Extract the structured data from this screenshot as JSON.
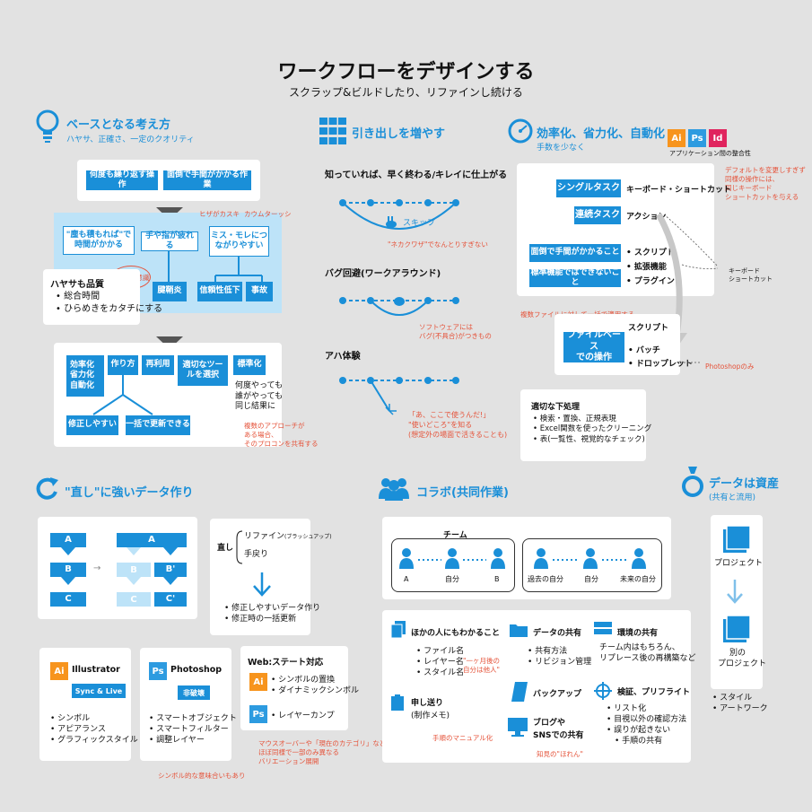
{
  "title": "ワークフローをデザインする",
  "subtitle": "スクラップ&ビルドしたり、リファインし続ける",
  "colors": {
    "blue": "#1a8fd8",
    "light_blue": "#bde3f8",
    "note": "#e5533a",
    "illustrator": "#f7941d",
    "photoshop": "#2d9be0",
    "indesign": "#e0245e"
  },
  "base": {
    "title": "ベースとなる考え方",
    "subtitle": "ハヤサ、正確さ、一定のクオリティ",
    "top_boxes": [
      "何度も繰り返す操作",
      "面倒で手間がかかる作業"
    ],
    "problems": [
      "\"塵も積もれば\"で時間がかかる",
      "手や指が疲れる",
      "ミス・モレにつながりやすい"
    ],
    "effects": [
      "腱鞘炎",
      "信頼性低下",
      "事故"
    ],
    "quality_title": "ハヤサも品質",
    "quality_items": [
      "総合時間",
      "ひらめきをカタチにする"
    ],
    "note_top1": "ヒザがカスキ",
    "note_top2": "カウムターッシ",
    "note_cost": "コスト意識",
    "bottom_list": [
      "効率化",
      "省力化",
      "自動化"
    ],
    "bottom_boxes": [
      "作り方",
      "再利用",
      "適切なツールを選択",
      "標準化"
    ],
    "standard_text": [
      "何度やっても",
      "誰がやっても",
      "同じ結果に"
    ],
    "bottom_results": [
      "修正しやすい",
      "一括で更新できる"
    ],
    "note_bottom": [
      "複数のアプローチが",
      "ある場合、",
      "そのプロコンを共有する"
    ]
  },
  "drawers": {
    "title": "引き出しを増やす",
    "item1_title": "知っていれば、早く終わる/キレイに仕上がる",
    "skip_label": "スキップ",
    "note_skip": "\"ネカクワザ\"でなんとりすぎない",
    "item2_title": "バグ回避(ワークアラウンド)",
    "note_bug": [
      "ソフトウェアには",
      "バグ(不具合)がつきもの"
    ],
    "item3_title": "アハ体験",
    "note_aha": [
      "「あ、ここで使うんだ!」",
      "\"使いどころ\"を知る",
      "(想定外の場面で活きることも)"
    ]
  },
  "efficiency": {
    "title": "効率化、省力化、自動化",
    "subtitle": "手数を少なく",
    "app_labels": [
      "Ai",
      "Ps",
      "Id"
    ],
    "app_caption": "アプリケーション間の整合性",
    "note_top": [
      "デフォルトを変更しすぎず",
      "同様の操作には、",
      "同じキーボード",
      "ショートカットを与える"
    ],
    "rows": [
      {
        "label": "シングルタスク",
        "value": "キーボード・ショートカット"
      },
      {
        "label": "連続タスク",
        "value": "アクション"
      },
      {
        "label": "面倒で手間がかかること",
        "value": "スクリプト"
      },
      {
        "label": "標準機能ではできないこと",
        "value": "拡張機能"
      }
    ],
    "plugin": "プラグイン",
    "kb_note": [
      "キーボード",
      "ショートカット"
    ],
    "note_multi": "複数ファイルに対して一括で適用する",
    "file_label": [
      "ファイルベース",
      "での操作"
    ],
    "file_items": [
      "スクリプト",
      "バッチ",
      "ドロップレット"
    ],
    "photoshop_only": "Photoshopのみ",
    "pre_title": "適切な下処理",
    "pre_items": [
      "検索・置換、正規表現",
      "Excel関数を使ったクリーニング",
      "表(一覧性、視覚的なチェック)"
    ]
  },
  "fix": {
    "title": "\"直し\"に強いデータ作り",
    "col1": [
      "A",
      "B",
      "C"
    ],
    "col2": [
      "A",
      "B",
      "C"
    ],
    "col3": [
      "B'",
      "C'"
    ],
    "arrow": "→",
    "naoshi": "直し",
    "refine": "リファイン",
    "refine_small": "(ブラッシュアップ)",
    "modoshi": "手戻り",
    "results": [
      "修正しやすいデータ作り",
      "修正時の一括更新"
    ]
  },
  "apps": {
    "illustrator": {
      "icon": "Ai",
      "name": "Illustrator",
      "tag": "Sync & Live",
      "items": [
        "シンボル",
        "アピアランス",
        "グラフィックスタイル"
      ]
    },
    "photoshop": {
      "icon": "Ps",
      "name": "Photoshop",
      "tag": "非破壊",
      "items": [
        "スマートオブジェクト",
        "スマートフィルター",
        "調整レイヤー"
      ]
    },
    "web": {
      "title": "Web:ステート対応",
      "ai": [
        "シンボルの置換",
        "ダイナミックシンボル"
      ],
      "ps": [
        "レイヤーカンプ"
      ]
    },
    "note_symbol": "シンボル的な意味合いもあり",
    "note_web": [
      "マウスオーバーや「現在のカテゴリ」など、",
      "ほぼ同様で一部のみ異なる",
      "バリエーション展開"
    ]
  },
  "collab": {
    "title": "コラボ(共同作業)",
    "team_title": "チーム",
    "team": [
      "A",
      "自分",
      "B"
    ],
    "self": [
      "過去の自分",
      "自分",
      "未来の自分"
    ],
    "understand_title": "ほかの人にもわかること",
    "understand_items": [
      "ファイル名",
      "レイヤー名",
      "スタイル名"
    ],
    "note_self": [
      "\"一ヶ月後の",
      "自分は他人\""
    ],
    "handover_title": "申し送り",
    "handover_sub": "(制作メモ)",
    "note_manual": "手順のマニュアル化",
    "share_title": "データの共有",
    "share_items": [
      "共有方法",
      "リビジョン管理"
    ],
    "backup": "バックアップ",
    "blog": [
      "ブログや",
      "SNSでの共有"
    ],
    "note_blog": "知見の\"ほれん\"",
    "env_title": "環境の共有",
    "env_text": [
      "チーム内はもちろん、",
      "リプレース後の再構築など"
    ],
    "verify_title": "検証、プリフライト",
    "verify_items": [
      "リスト化",
      "目視以外の確認方法",
      "誤りが起きない",
      "手順の共有"
    ]
  },
  "assets": {
    "title": "データは資産",
    "subtitle": "(共有と流用)",
    "project": "プロジェクト",
    "other_project": [
      "別の",
      "プロジェクト"
    ],
    "items": [
      "スタイル",
      "アートワーク"
    ]
  }
}
